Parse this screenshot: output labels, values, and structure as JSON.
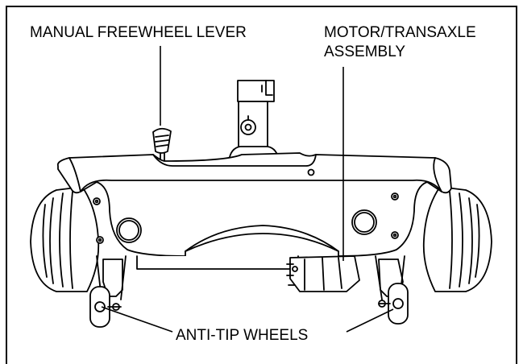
{
  "labels": {
    "freewheel_lever": "MANUAL FREEWHEEL LEVER",
    "motor_line1": "MOTOR/TRANSAXLE",
    "motor_line2": "ASSEMBLY",
    "anti_tip_wheels": "ANTI-TIP WHEELS"
  },
  "colors": {
    "stroke": "#000000",
    "background": "#ffffff"
  }
}
